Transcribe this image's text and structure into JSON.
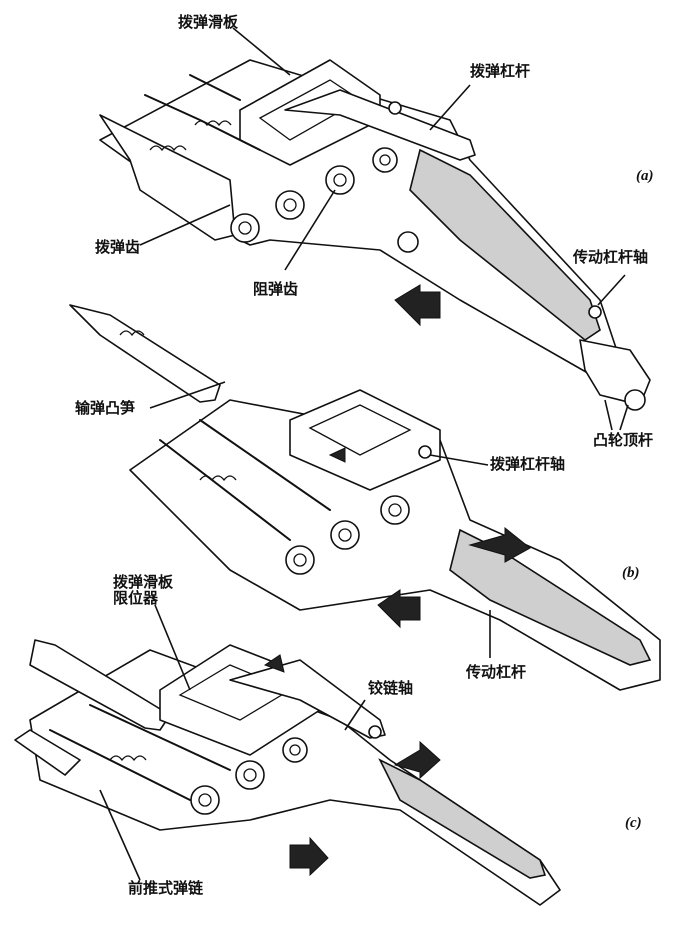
{
  "title": "拨弹机构工作原理示意图",
  "panels": [
    {
      "id": "a",
      "tag": "(a)",
      "labels": [
        "拨弹滑板",
        "拨弹杠杆",
        "拨弹齿",
        "阻弹齿",
        "传动杠杆轴",
        "凸轮顶杆"
      ]
    },
    {
      "id": "b",
      "tag": "(b)",
      "labels": [
        "输弹凸笋",
        "拨弹杠杆轴",
        "传动杠杆"
      ]
    },
    {
      "id": "c",
      "tag": "(c)",
      "labels": [
        "拨弹滑板限位器",
        "铰链轴",
        "前推式弹链"
      ]
    }
  ],
  "labels": {
    "slide": "拨弹滑板",
    "feed_lever": "拨弹杠杆",
    "feed_pawl": "拨弹齿",
    "stop_pawl": "阻弹齿",
    "drive_lever_axle": "传动杠杆轴",
    "cam_plunger": "凸轮顶杆",
    "rammer_lug": "输弹凸笋",
    "feed_lever_axle": "拨弹杠杆轴",
    "drive_lever": "传动杠杆",
    "slide_stop_line1": "拨弹滑板",
    "slide_stop_line2": "限位器",
    "hinge_axle": "铰链轴",
    "push_through_link": "前推式弹链"
  },
  "tags": {
    "a": "(a)",
    "b": "(b)",
    "c": "(c)"
  }
}
